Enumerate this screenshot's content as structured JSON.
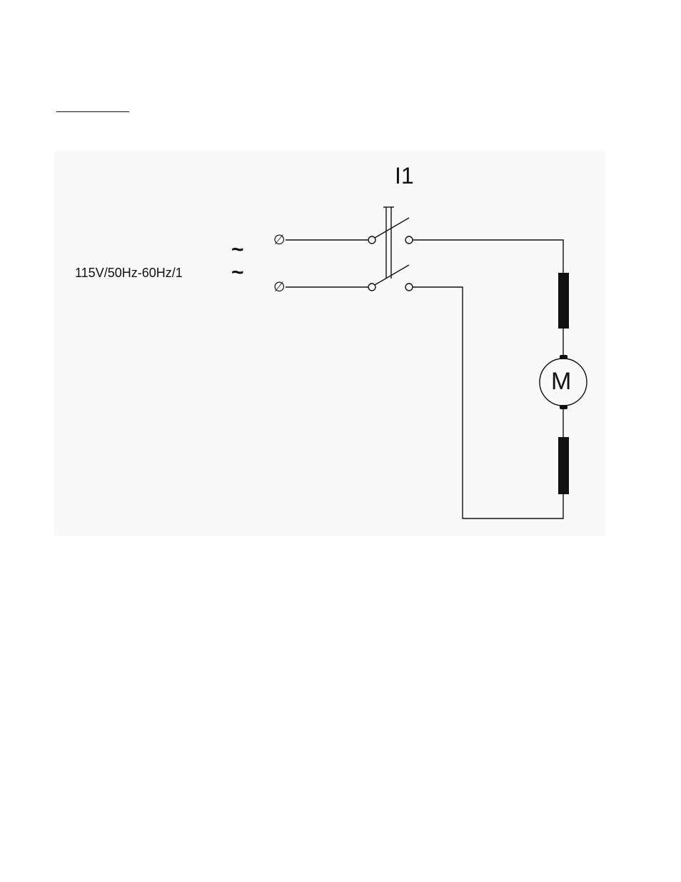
{
  "diagram": {
    "switch_label": "I1",
    "supply_label": "115V/50Hz-60Hz/1",
    "ac_symbol_1": "~",
    "ac_symbol_2": "~",
    "terminal_symbol_1": "∅",
    "terminal_symbol_2": "∅",
    "motor_label": "M"
  },
  "icons": [
    "supply-terminal-icon",
    "double-pole-switch-icon",
    "field-winding-icon",
    "motor-icon"
  ],
  "colors": {
    "line": "#111111",
    "panel": "#f9f9f9",
    "page": "#ffffff"
  }
}
